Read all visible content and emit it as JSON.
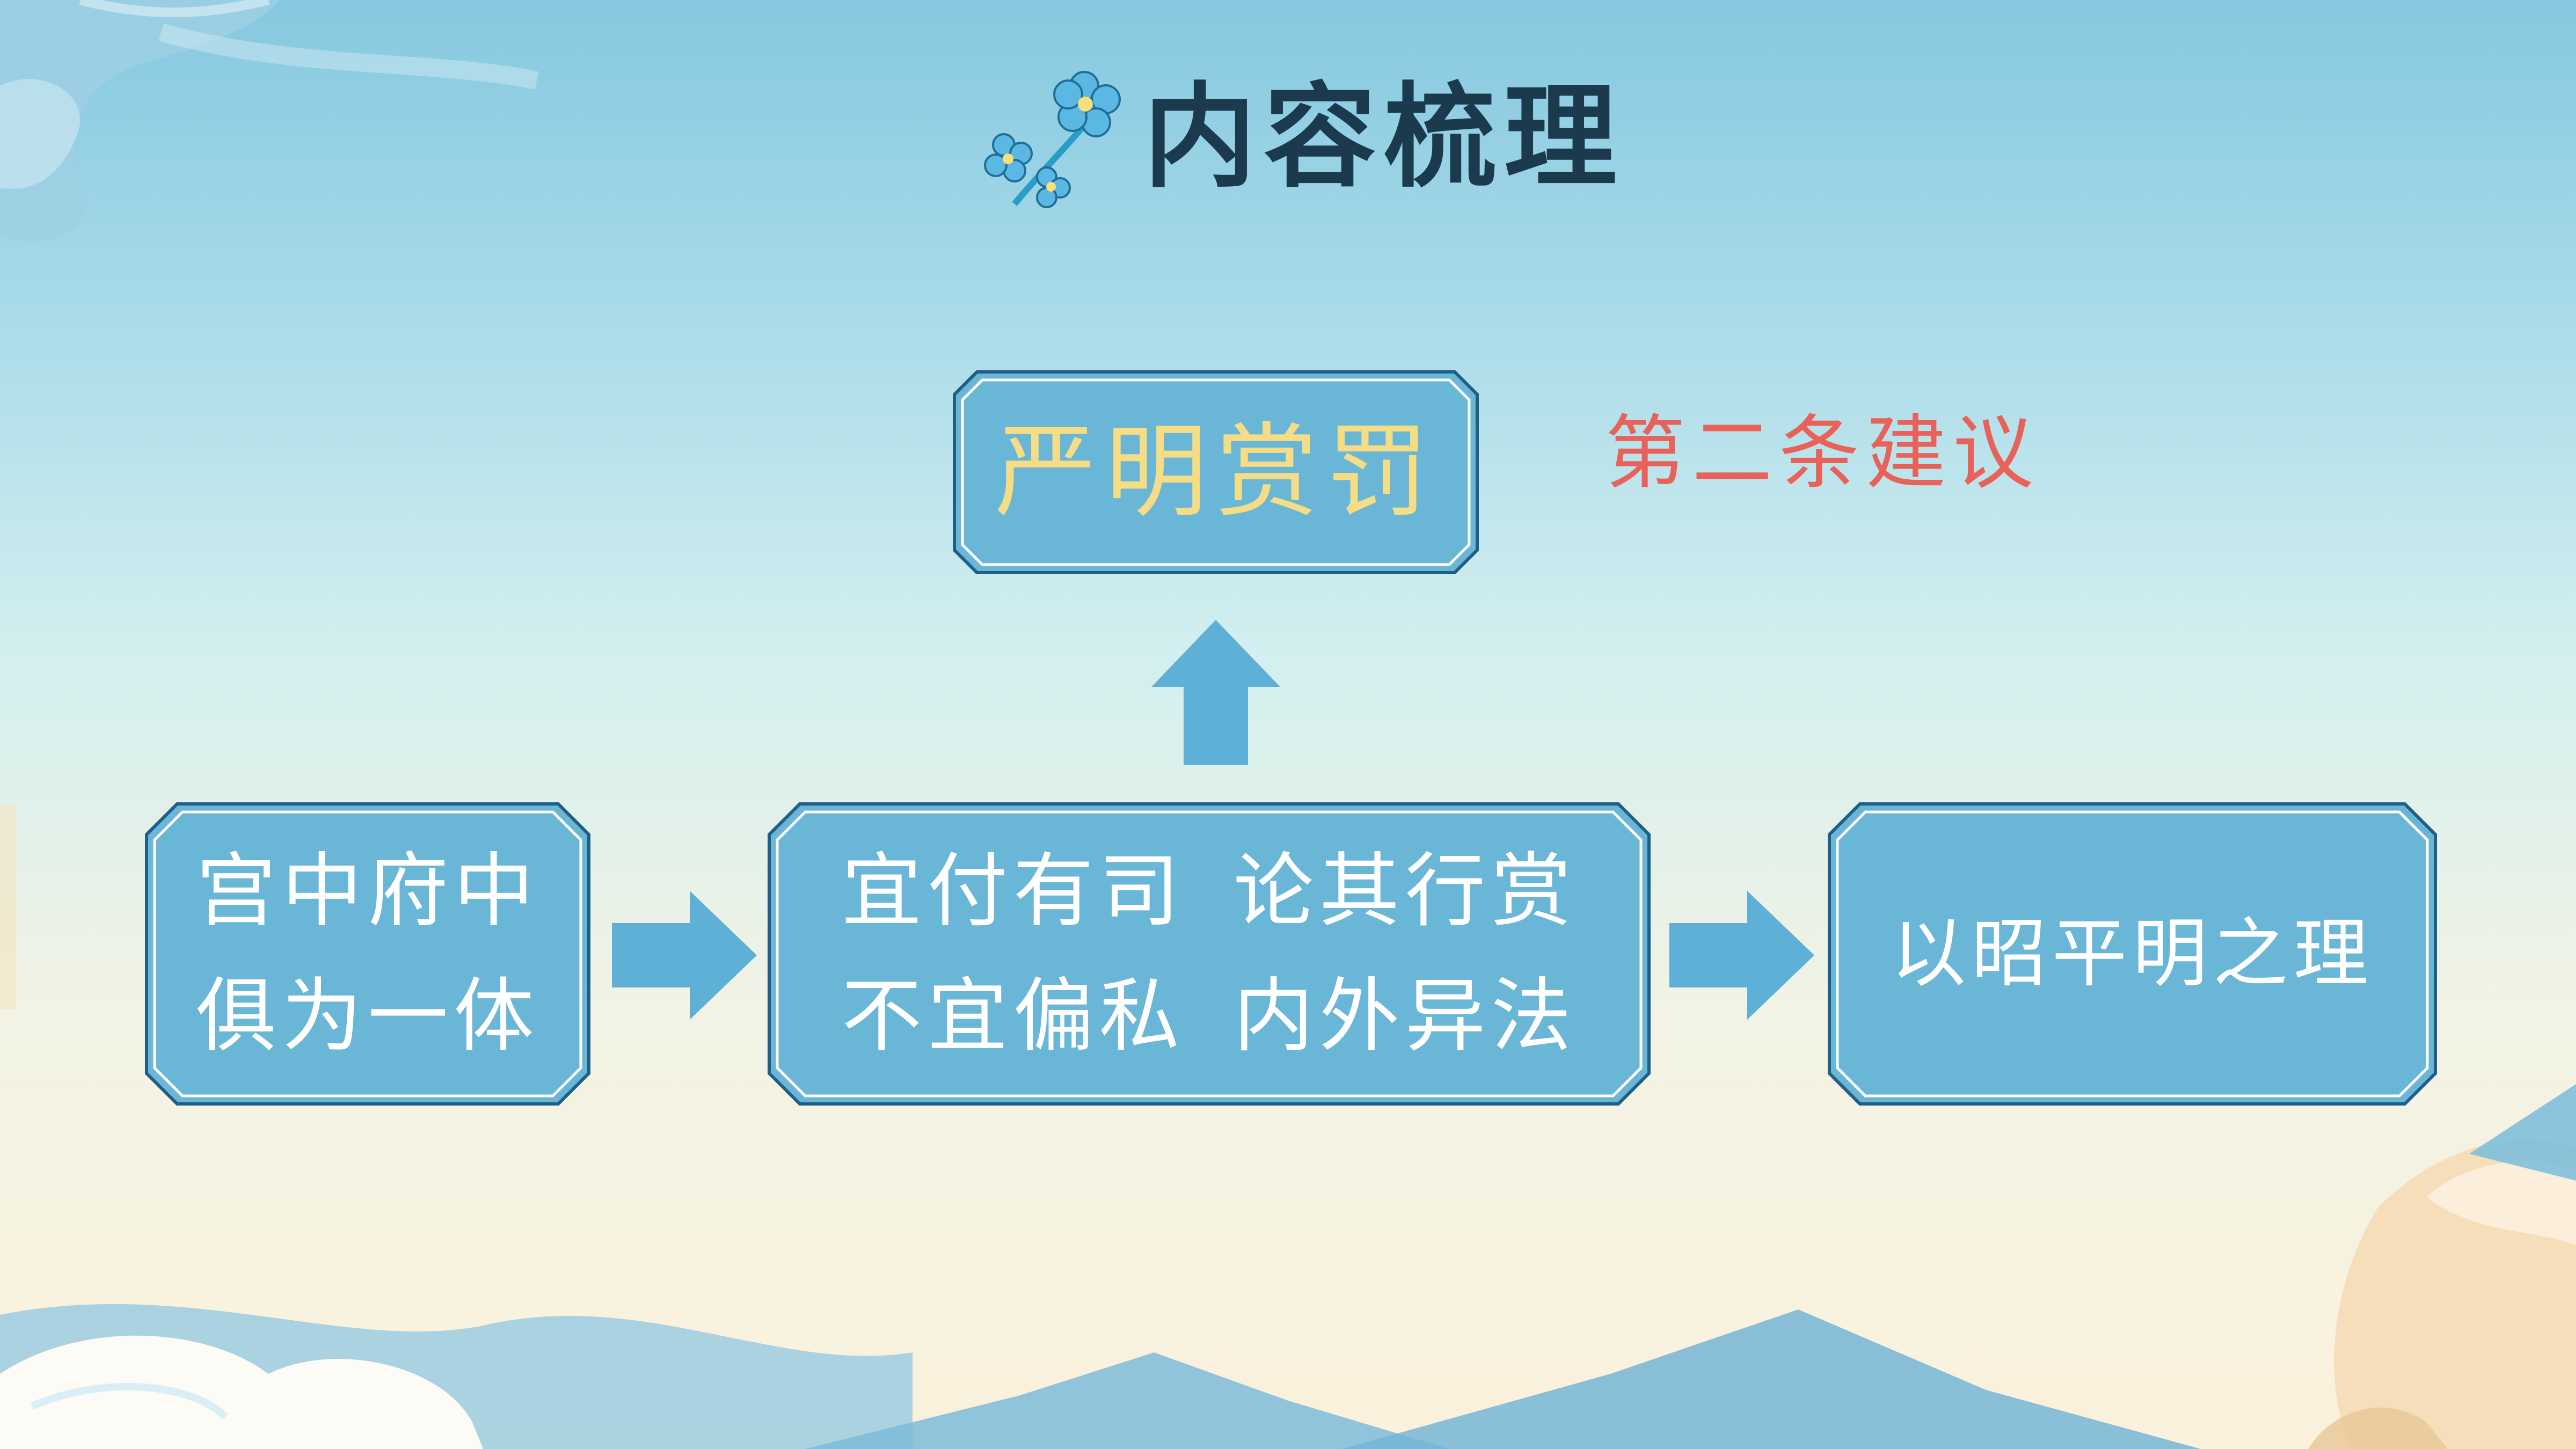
{
  "title": "内容梳理",
  "top_box": {
    "text": "严明赏罚"
  },
  "side_note": "第二条建议",
  "left_box": {
    "line1": "宫中府中",
    "line2": "俱为一体"
  },
  "middle_box": {
    "line1_a": "宜付有司",
    "line1_b": "论其行赏",
    "line2_a": "不宜偏私",
    "line2_b": "内外异法"
  },
  "right_box": {
    "text": "以昭平明之理"
  },
  "colors": {
    "box_fill": "#6ab6d6",
    "box_border": "#1f5e86",
    "arrow_fill": "#5fb0d6",
    "title": "#1c3a4e",
    "top_box_text": "#f5dd86",
    "note_text": "#e8625a"
  },
  "icons": [
    "flower-icon",
    "arrow-up-icon",
    "arrow-right-icon"
  ]
}
